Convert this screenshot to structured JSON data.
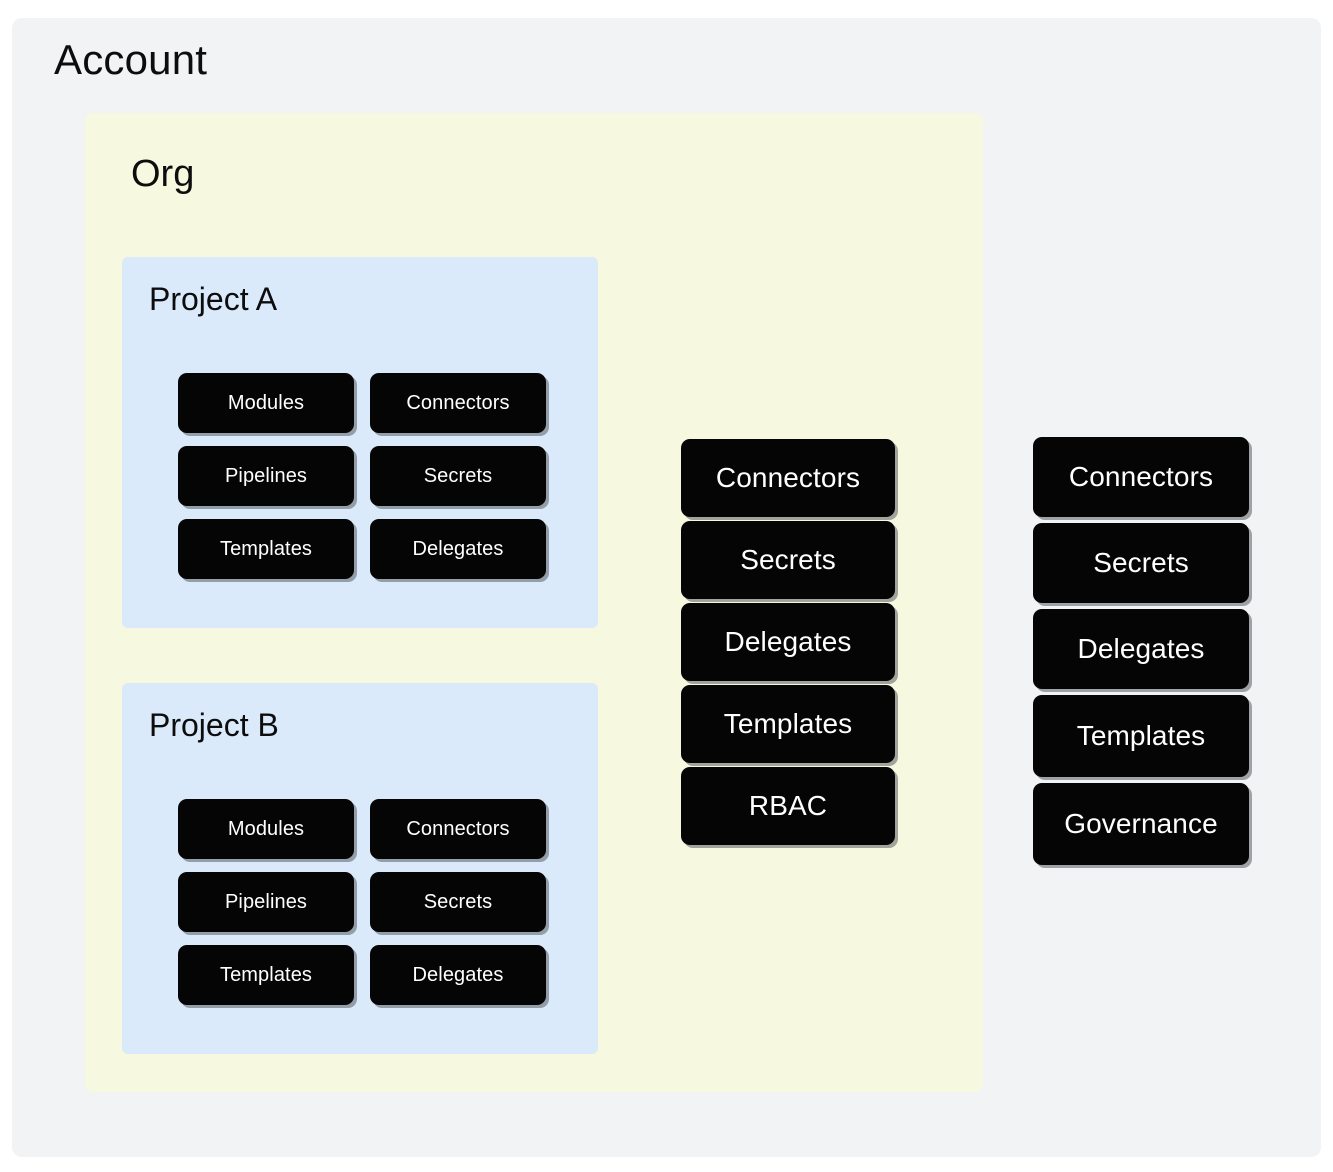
{
  "account": {
    "title": "Account",
    "bg_color": "#f2f3f4",
    "scope_resources": [
      {
        "label": "Connectors"
      },
      {
        "label": "Secrets"
      },
      {
        "label": "Delegates"
      },
      {
        "label": "Templates"
      },
      {
        "label": "Governance"
      }
    ]
  },
  "org": {
    "title": "Org",
    "bg_color": "#f6f9e0",
    "scope_resources": [
      {
        "label": "Connectors"
      },
      {
        "label": "Secrets"
      },
      {
        "label": "Delegates"
      },
      {
        "label": "Templates"
      },
      {
        "label": "RBAC"
      }
    ]
  },
  "projects": [
    {
      "title": "Project A",
      "bg_color": "#dbeafb",
      "resources": [
        {
          "label": "Modules"
        },
        {
          "label": "Connectors"
        },
        {
          "label": "Pipelines"
        },
        {
          "label": "Secrets"
        },
        {
          "label": "Templates"
        },
        {
          "label": "Delegates"
        }
      ]
    },
    {
      "title": "Project B",
      "bg_color": "#dbeafb",
      "resources": [
        {
          "label": "Modules"
        },
        {
          "label": "Connectors"
        },
        {
          "label": "Pipelines"
        },
        {
          "label": "Secrets"
        },
        {
          "label": "Templates"
        },
        {
          "label": "Delegates"
        }
      ]
    }
  ],
  "theme": {
    "chip_bg": "#050505",
    "chip_text": "#ffffff",
    "page_bg": "#ffffff",
    "title_text": "#0d0d0d"
  }
}
